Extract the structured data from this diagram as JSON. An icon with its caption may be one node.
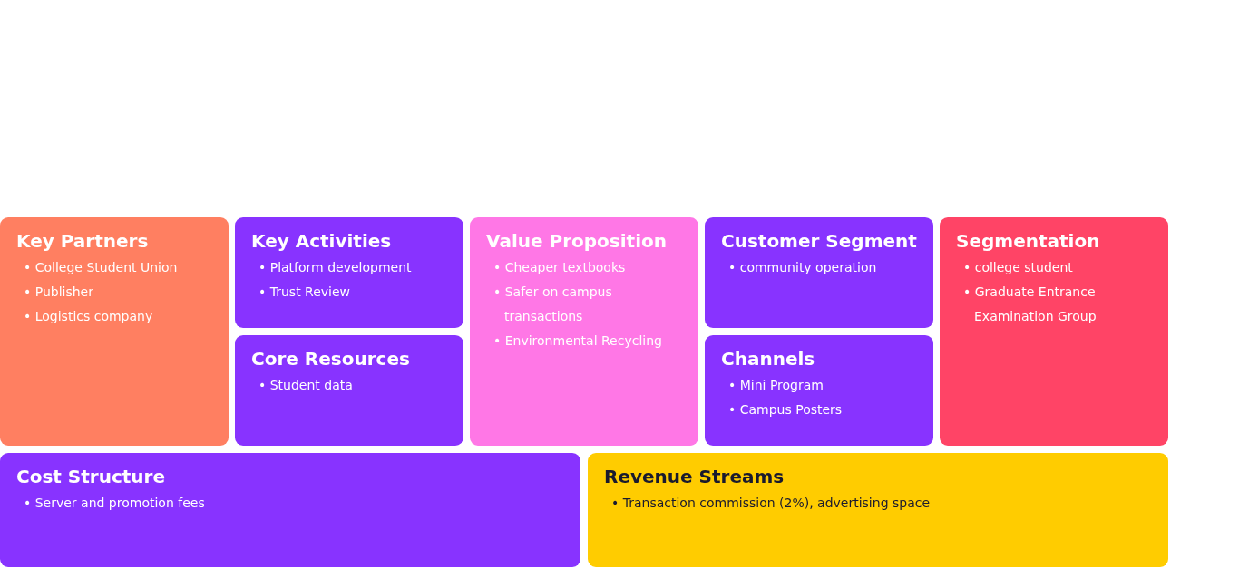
{
  "diagram": {
    "nodes": [
      {
        "text": [
          "Key Partners",
          "• College Student Union",
          "• Publisher",
          "• Logistics company"
        ]
      },
      {
        "text": [
          "Key Activities",
          "• Platform development",
          "• Trust Review"
        ]
      },
      {
        "text": [
          "Core Resources",
          "• Student data"
        ]
      },
      {
        "text": [
          "Value Proposition",
          "• Cheaper textbooks",
          "• Safer on campus transactions",
          "• Environmental Recycling"
        ]
      },
      {
        "text": [
          "Customer Segment",
          "• community operation"
        ]
      },
      {
        "text": [
          "Channels",
          "• Mini Program",
          "• Campus Posters"
        ]
      },
      {
        "text": [
          "Segmentation",
          "• college student",
          "• Graduate Entrance Examination Group"
        ]
      },
      {
        "text": [
          "Cost Structure",
          "• Server and promotion fees"
        ]
      },
      {
        "text": [
          "Revenue Streams",
          "• Transaction commission (2%), advertising space"
        ]
      }
    ]
  }
}
